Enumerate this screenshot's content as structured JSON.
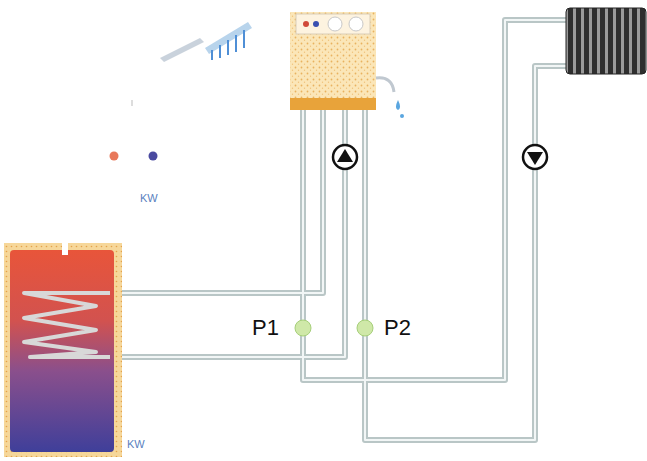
{
  "diagram": {
    "labels": [
      "KW",
      "P1",
      "P2",
      "KW"
    ]
  }
}
